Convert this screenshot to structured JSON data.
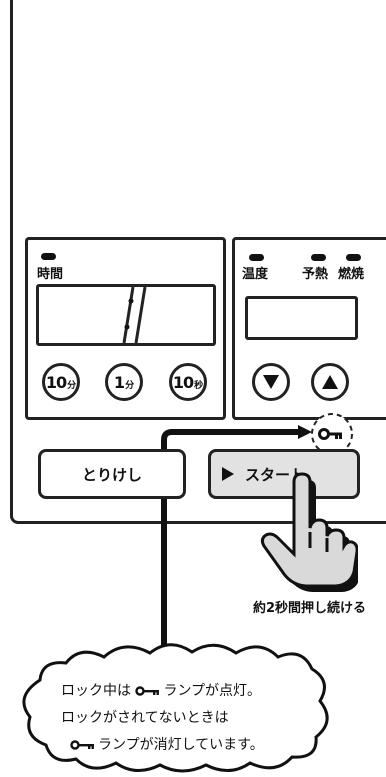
{
  "timer_panel": {
    "lamp_label": "時間",
    "buttons": [
      {
        "main": "10",
        "unit": "分"
      },
      {
        "main": "1",
        "unit": "分"
      },
      {
        "main": "10",
        "unit": "秒"
      }
    ]
  },
  "temp_panel": {
    "lamp_labels": [
      "温度",
      "予熱",
      "燃焼"
    ]
  },
  "controls": {
    "cancel_label": "とりけし",
    "start_label": "スタート"
  },
  "hint": {
    "press_text": "約2秒間押し続ける"
  },
  "note": {
    "line1_before": "ロック中は",
    "line1_after": "ランプが点灯。",
    "line2": "ロックがされてないときは",
    "line3_after": "ランプが消灯しています。"
  },
  "icons": [
    "key-icon",
    "down-arrow-icon",
    "up-arrow-icon",
    "play-icon",
    "pointing-hand-icon"
  ]
}
